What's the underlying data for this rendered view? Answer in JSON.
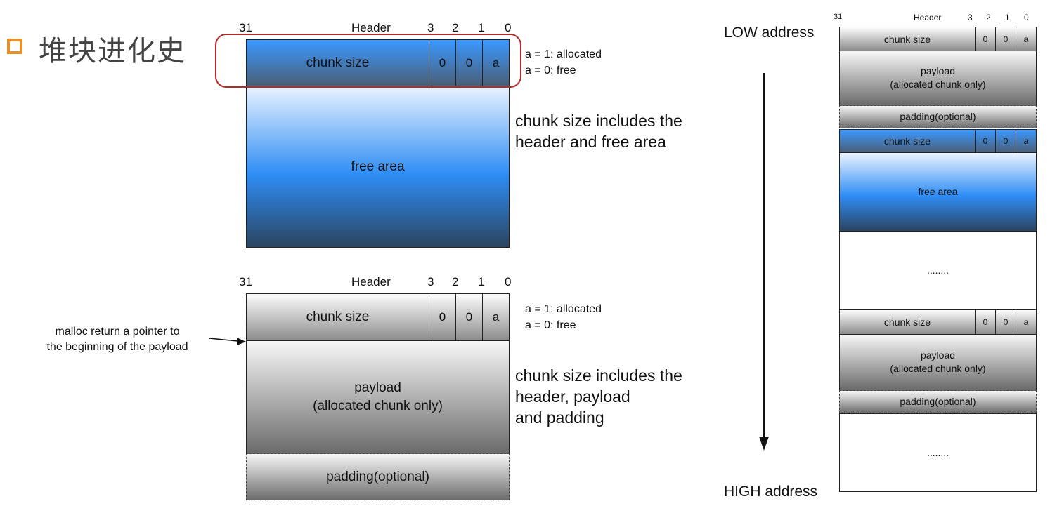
{
  "title": "堆块进化史",
  "header": {
    "label": "Header",
    "bit31": "31",
    "bit3": "3",
    "bit2": "2",
    "bit1": "1",
    "bit0": "0"
  },
  "chunk": {
    "size_label": "chunk size",
    "flag0": "0",
    "flag1": "0",
    "flag_a": "a"
  },
  "free_chunk": {
    "body_label": "free area",
    "legend_1": "a = 1: allocated",
    "legend_2": "a = 0: free",
    "note_line1": "chunk size includes the",
    "note_line2": "header and free area"
  },
  "allocated_chunk": {
    "payload_line1": "payload",
    "payload_line2": "(allocated chunk only)",
    "padding_label": "padding(optional)",
    "legend_1": "a = 1: allocated",
    "legend_2": "a = 0: free",
    "note_line1": "chunk size includes the",
    "note_line2": "header, payload",
    "note_line3": "and padding",
    "malloc_line1": "malloc return a pointer to",
    "malloc_line2": "the beginning of the payload"
  },
  "heap_layout": {
    "low_address": "LOW address",
    "high_address": "HIGH address",
    "ellipsis_1": "........",
    "ellipsis_2": "........",
    "free_area": "free area",
    "payload_line1": "payload",
    "payload_line2": "(allocated chunk only)",
    "padding_label": "padding(optional)"
  },
  "colors": {
    "accent": "#e8902a",
    "highlight": "#b22b2b",
    "blue": "#2e8df5"
  }
}
